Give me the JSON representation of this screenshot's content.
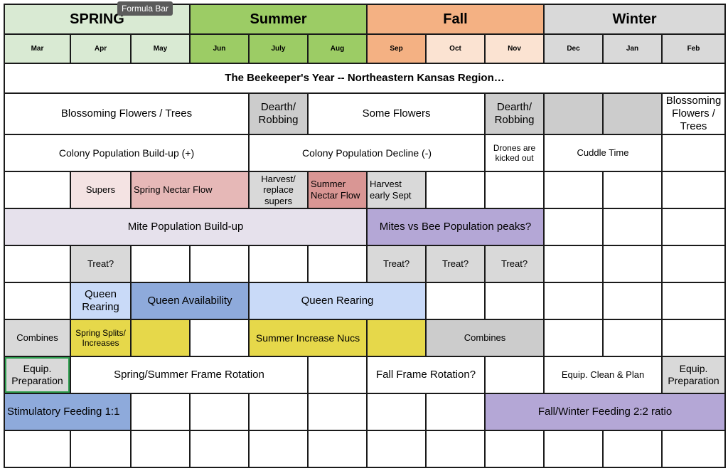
{
  "tooltip": "Formula Bar",
  "seasons": {
    "spring": "SPRING",
    "summer": "Summer",
    "fall": "Fall",
    "winter": "Winter"
  },
  "months": [
    "Mar",
    "Apr",
    "May",
    "Jun",
    "July",
    "Aug",
    "Sep",
    "Oct",
    "Nov",
    "Dec",
    "Jan",
    "Feb"
  ],
  "title": "The Beekeeper's Year -- Northeastern Kansas Region…",
  "flowers": {
    "blossoming": "Blossoming Flowers / Trees",
    "dearth1": "Dearth/ Robbing",
    "some": "Some Flowers",
    "dearth2": "Dearth/ Robbing",
    "blossoming_feb": "Blossoming Flowers / Trees"
  },
  "population": {
    "buildup": "Colony Population Build-up (+)",
    "decline": "Colony Population Decline (-)",
    "drones": "Drones are kicked out",
    "cuddle": "Cuddle Time"
  },
  "honey": {
    "supers": "Supers",
    "spring_flow": "Spring Nectar Flow",
    "harvest_replace": "Harvest/ replace supers",
    "summer_flow": "Summer Nectar Flow",
    "harvest_sept": "Harvest early Sept"
  },
  "mites": {
    "buildup": "Mite Population Build-up",
    "peaks": "Mites vs Bee Population peaks?"
  },
  "treat": {
    "apr": "Treat?",
    "sep": "Treat?",
    "oct": "Treat?",
    "nov": "Treat?"
  },
  "queens": {
    "rearing1": "Queen Rearing",
    "availability": "Queen Availability",
    "rearing2": "Queen Rearing"
  },
  "splits": {
    "combines1": "Combines",
    "spring_splits": "Spring Splits/ Increases",
    "summer_nucs": "Summer Increase Nucs",
    "combines2": "Combines"
  },
  "equipment": {
    "prep1": "Equip. Preparation",
    "rotation_spring": "Spring/Summer Frame Rotation",
    "rotation_fall": "Fall Frame Rotation?",
    "clean_plan": "Equip. Clean & Plan",
    "prep2": "Equip. Preparation"
  },
  "feeding": {
    "stimulatory": "Stimulatory Feeding 1:1",
    "fall_winter": "Fall/Winter Feeding 2:2 ratio"
  },
  "colors": {
    "spring": "#d9ead3",
    "summer": "#9ccc65",
    "fall_header": "#f4b183",
    "fall_month": "#fbe3d2",
    "winter": "#d9d9d9",
    "gray": "#cccccc",
    "pink_light": "#f4e3e3",
    "pink": "#e6b8b7",
    "rose": "#d99694",
    "lavender": "#e6e1ec",
    "purple": "#b4a7d6",
    "blue_light": "#c9daf8",
    "blue": "#8eaadb",
    "yellow": "#e6d84a"
  }
}
